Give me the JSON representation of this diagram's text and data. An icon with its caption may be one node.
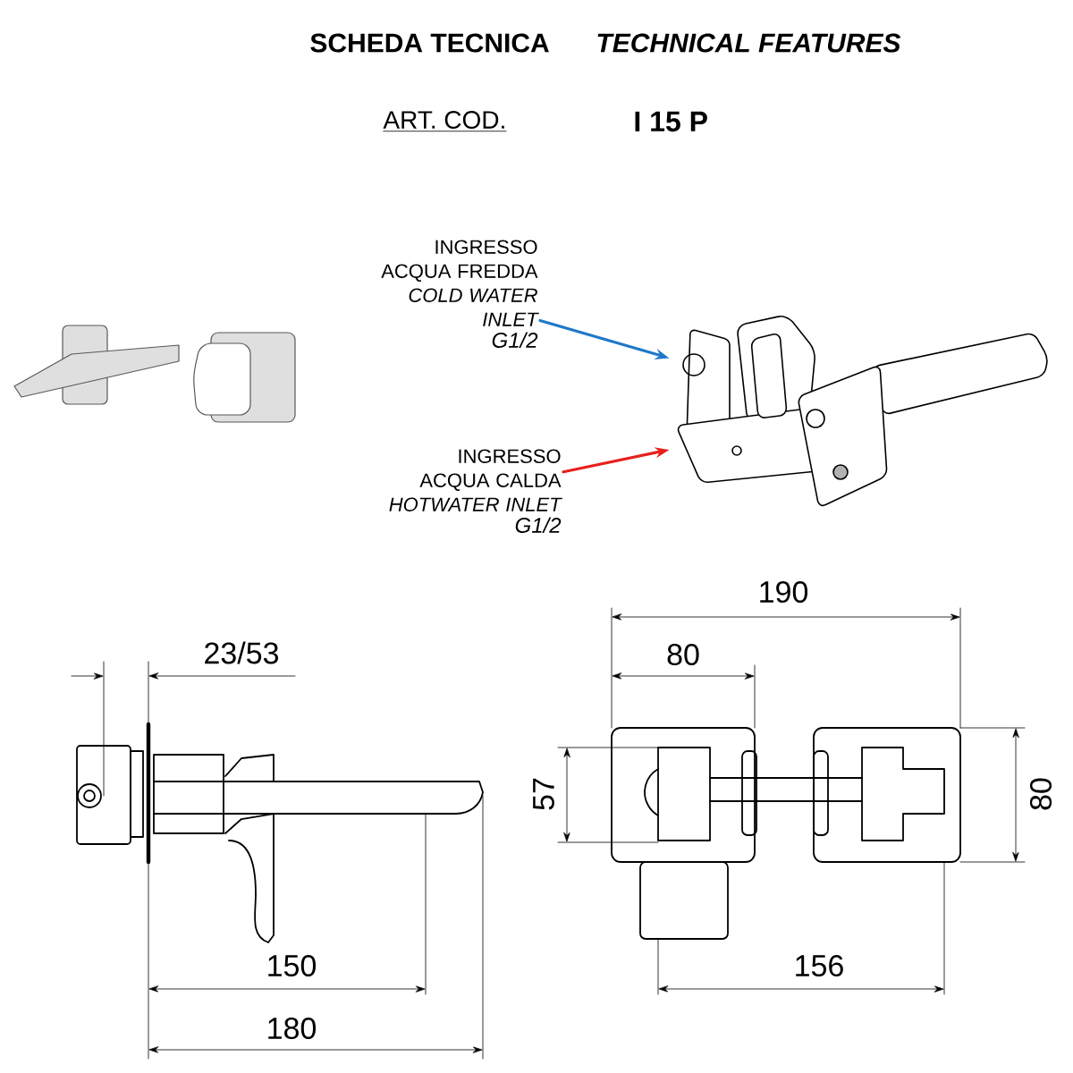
{
  "diagram": {
    "nodes": [
      {
        "text": [
          "INGRESSO ACQUA FREDDA",
          "COLD WATER INLET",
          "G1/2"
        ]
      },
      {
        "text": [
          "INGRESSO ACQUA CALDA",
          "HOTWATER INLET",
          "G1/2"
        ]
      },
      {
        "text": [],
        "shape": "picture"
      }
    ],
    "edges": [
      {
        "from": 0,
        "to": 2,
        "arrow": "to",
        "color": "#1f78c8"
      },
      {
        "from": 1,
        "to": 2,
        "arrow": "to",
        "color": "#e8201c"
      }
    ],
    "labels": [
      "SCHEDA TECNICA",
      "TECHNICAL FEATURES",
      "ART. COD.",
      "I 15 P",
      "23/53",
      "150",
      "180",
      "190",
      "80",
      "57",
      "80",
      "156"
    ]
  }
}
